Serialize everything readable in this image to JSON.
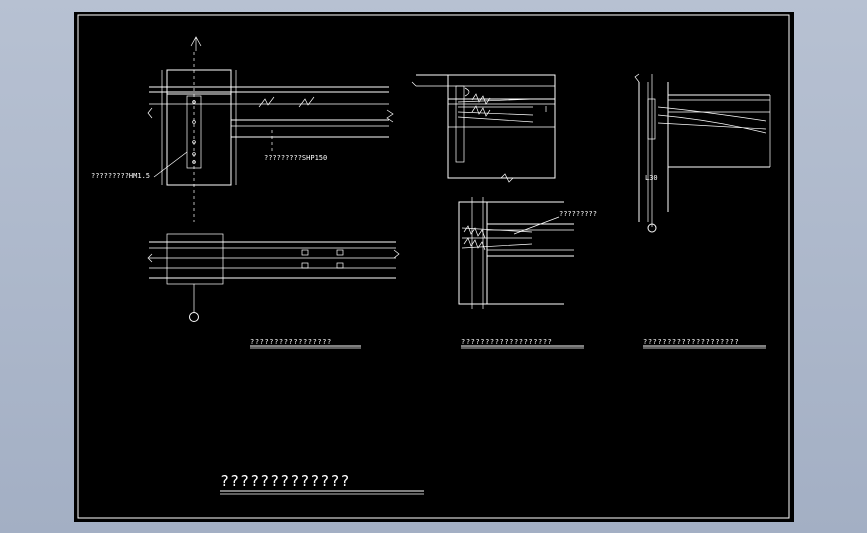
{
  "drawing": {
    "background": "#000000",
    "line_color": "#ffffff",
    "frame_bg": "#a9b4c8"
  },
  "annotations": {
    "left_plan_a": "?????????HM1.5",
    "left_plan_b": "?????????SHP150",
    "mid_bottom": "?????????",
    "right_dim": "L30"
  },
  "captions": {
    "caption_1": "?????????????????",
    "caption_2": "???????????????????",
    "caption_3": "????????????????????",
    "main_title": "?????????????"
  }
}
